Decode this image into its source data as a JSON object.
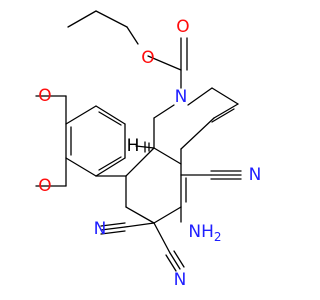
{
  "molecule": {
    "atoms": {
      "o_carbonyl": "O",
      "o_ester": "O",
      "n_ring": "N",
      "h_stereo": "H",
      "o_methoxy_top": "O",
      "o_methoxy_bottom": "O",
      "n_nitrile_right": "N",
      "n_nitrile_left": "N",
      "n_nitrile_bottom": "N",
      "n_amino": "NH",
      "n_amino_sub": "2"
    }
  },
  "colors": {
    "oxygen": "#ff0d0d",
    "nitrogen": "#1f1fff",
    "bond": "#000000",
    "hydrogen": "#000000"
  }
}
